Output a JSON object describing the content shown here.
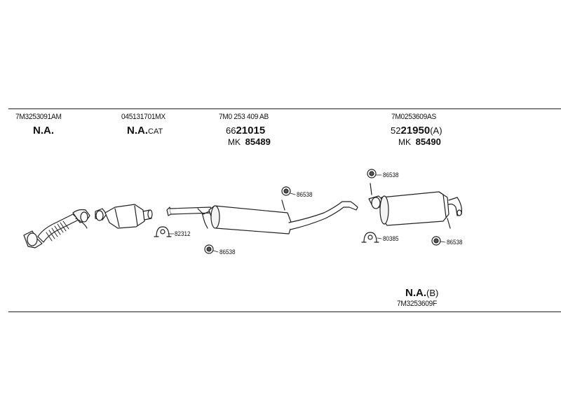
{
  "columns": [
    {
      "part_number": "7M3253091AM",
      "status_main": "N.A.",
      "status_suffix": ""
    },
    {
      "part_number": "045131701MX",
      "status_main": "N.A.",
      "status_suffix": "CAT"
    },
    {
      "part_number": "7M0 253 409 AB",
      "code_prefix": "66",
      "code_main": "21015",
      "code_suffix": "",
      "mk_label": "MK",
      "mk_number": "85489"
    },
    {
      "part_number": "7M0253609AS",
      "code_prefix": "52",
      "code_main": "21950",
      "code_suffix": "(A)",
      "mk_label": "MK",
      "mk_number": "85490"
    }
  ],
  "bottom_note": {
    "status_main": "N.A.",
    "status_suffix": "(B)",
    "part_number": "7M3253609F"
  },
  "callouts": [
    {
      "id": "c1",
      "text": "86538"
    },
    {
      "id": "c2",
      "text": "82312"
    },
    {
      "id": "c3",
      "text": "86538"
    },
    {
      "id": "c4",
      "text": "86538"
    },
    {
      "id": "c5",
      "text": "80385"
    },
    {
      "id": "c6",
      "text": "86538"
    }
  ]
}
